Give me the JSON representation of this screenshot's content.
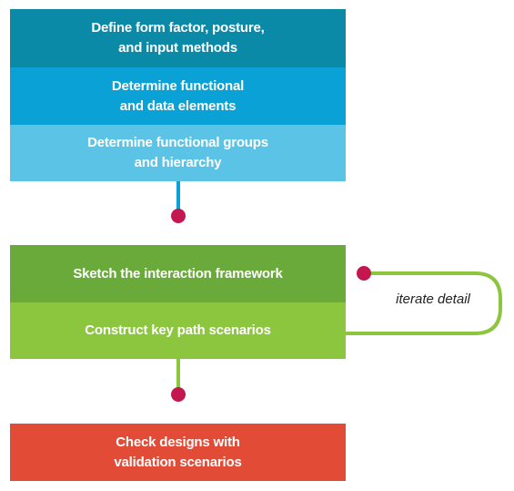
{
  "steps": [
    {
      "label": "Define form factor, posture,\nand input methods",
      "color": "#0b8aa8"
    },
    {
      "label": "Determine functional\nand data elements",
      "color": "#0aa2d6"
    },
    {
      "label": "Determine functional groups\nand hierarchy",
      "color": "#5ac3e6"
    },
    {
      "label": "Sketch the interaction framework",
      "color": "#6aaa3b"
    },
    {
      "label": "Construct key path scenarios",
      "color": "#8cc63f"
    },
    {
      "label": "Check designs with\nvalidation scenarios",
      "color": "#e24b36"
    }
  ],
  "loop": {
    "label": "iterate detail",
    "color": "#8cc63f"
  },
  "colors": {
    "dot": "#c4174f",
    "connector_blue": "#0aa2d6",
    "connector_green": "#8cc63f"
  }
}
